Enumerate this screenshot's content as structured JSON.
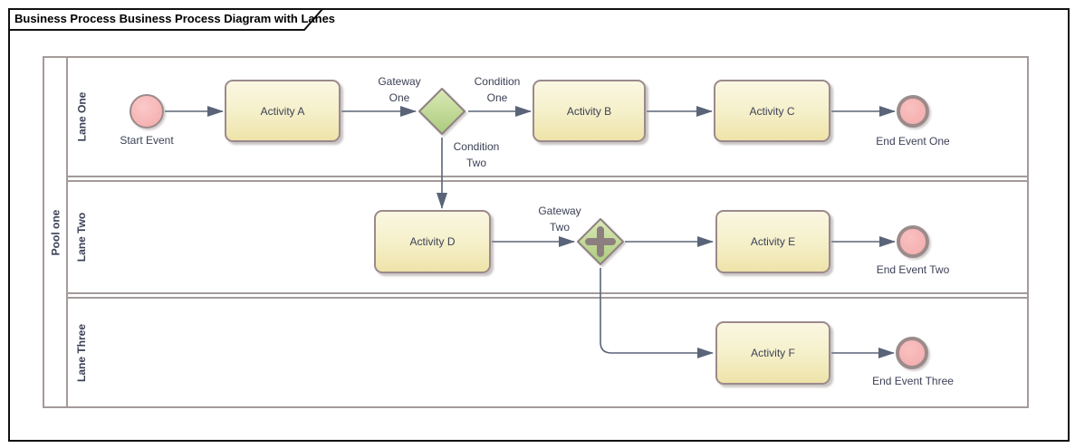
{
  "title": "Business Process Business Process Diagram with Lanes",
  "pool": {
    "label": "Pool one",
    "lanes": [
      {
        "label": "Lane One"
      },
      {
        "label": "Lane Two"
      },
      {
        "label": "Lane Three"
      }
    ]
  },
  "nodes": {
    "start_event": {
      "label": "Start Event",
      "type": "start-event"
    },
    "activity_a": {
      "label": "Activity A",
      "type": "task"
    },
    "activity_b": {
      "label": "Activity B",
      "type": "task"
    },
    "activity_c": {
      "label": "Activity C",
      "type": "task"
    },
    "activity_d": {
      "label": "Activity D",
      "type": "task"
    },
    "activity_e": {
      "label": "Activity E",
      "type": "task"
    },
    "activity_f": {
      "label": "Activity F",
      "type": "task"
    },
    "gateway_one": {
      "label": "Gateway One",
      "type": "exclusive-gateway"
    },
    "gateway_two": {
      "label": "Gateway Two",
      "type": "parallel-gateway"
    },
    "end_event_one": {
      "label": "End Event One",
      "type": "end-event"
    },
    "end_event_two": {
      "label": "End Event Two",
      "type": "end-event"
    },
    "end_event_three": {
      "label": "End Event Three",
      "type": "end-event"
    }
  },
  "edge_labels": {
    "condition_one": "Condition One",
    "condition_two": "Condition Two"
  },
  "colors": {
    "activity_fill_top": "#faf7e2",
    "activity_fill_bottom": "#eee3a9",
    "activity_border": "#9b8a8b",
    "event_fill": "#f7b6b6",
    "end_event_border": "#9c8b8b",
    "gateway_fill_top": "#dae9b6",
    "gateway_fill_bottom": "#abcb7c",
    "gateway_border": "#8f8183",
    "gateway_plus": "#8d7f80",
    "connector": "#5a6478",
    "lane_border": "#a49a9a",
    "text": "#3c4156"
  }
}
